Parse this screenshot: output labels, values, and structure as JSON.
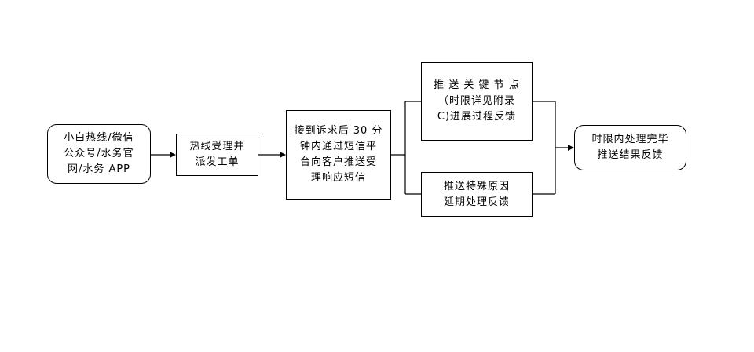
{
  "diagram": {
    "nodes": {
      "source": "小白热线/微信\n公众号/水务官\n网/水务 APP",
      "hotline": "热线受理并\n派发工单",
      "sms": "接到诉求后 30 分\n钟内通过短信平\n台向客户推送受\n理响应短信",
      "keynode": "推 送 关 键 节 点\n（时限详见附录\nC)进展过程反馈",
      "delay": "推送特殊原因\n延期处理反馈",
      "done": "时限内处理完毕\n推送结果反馈"
    }
  }
}
